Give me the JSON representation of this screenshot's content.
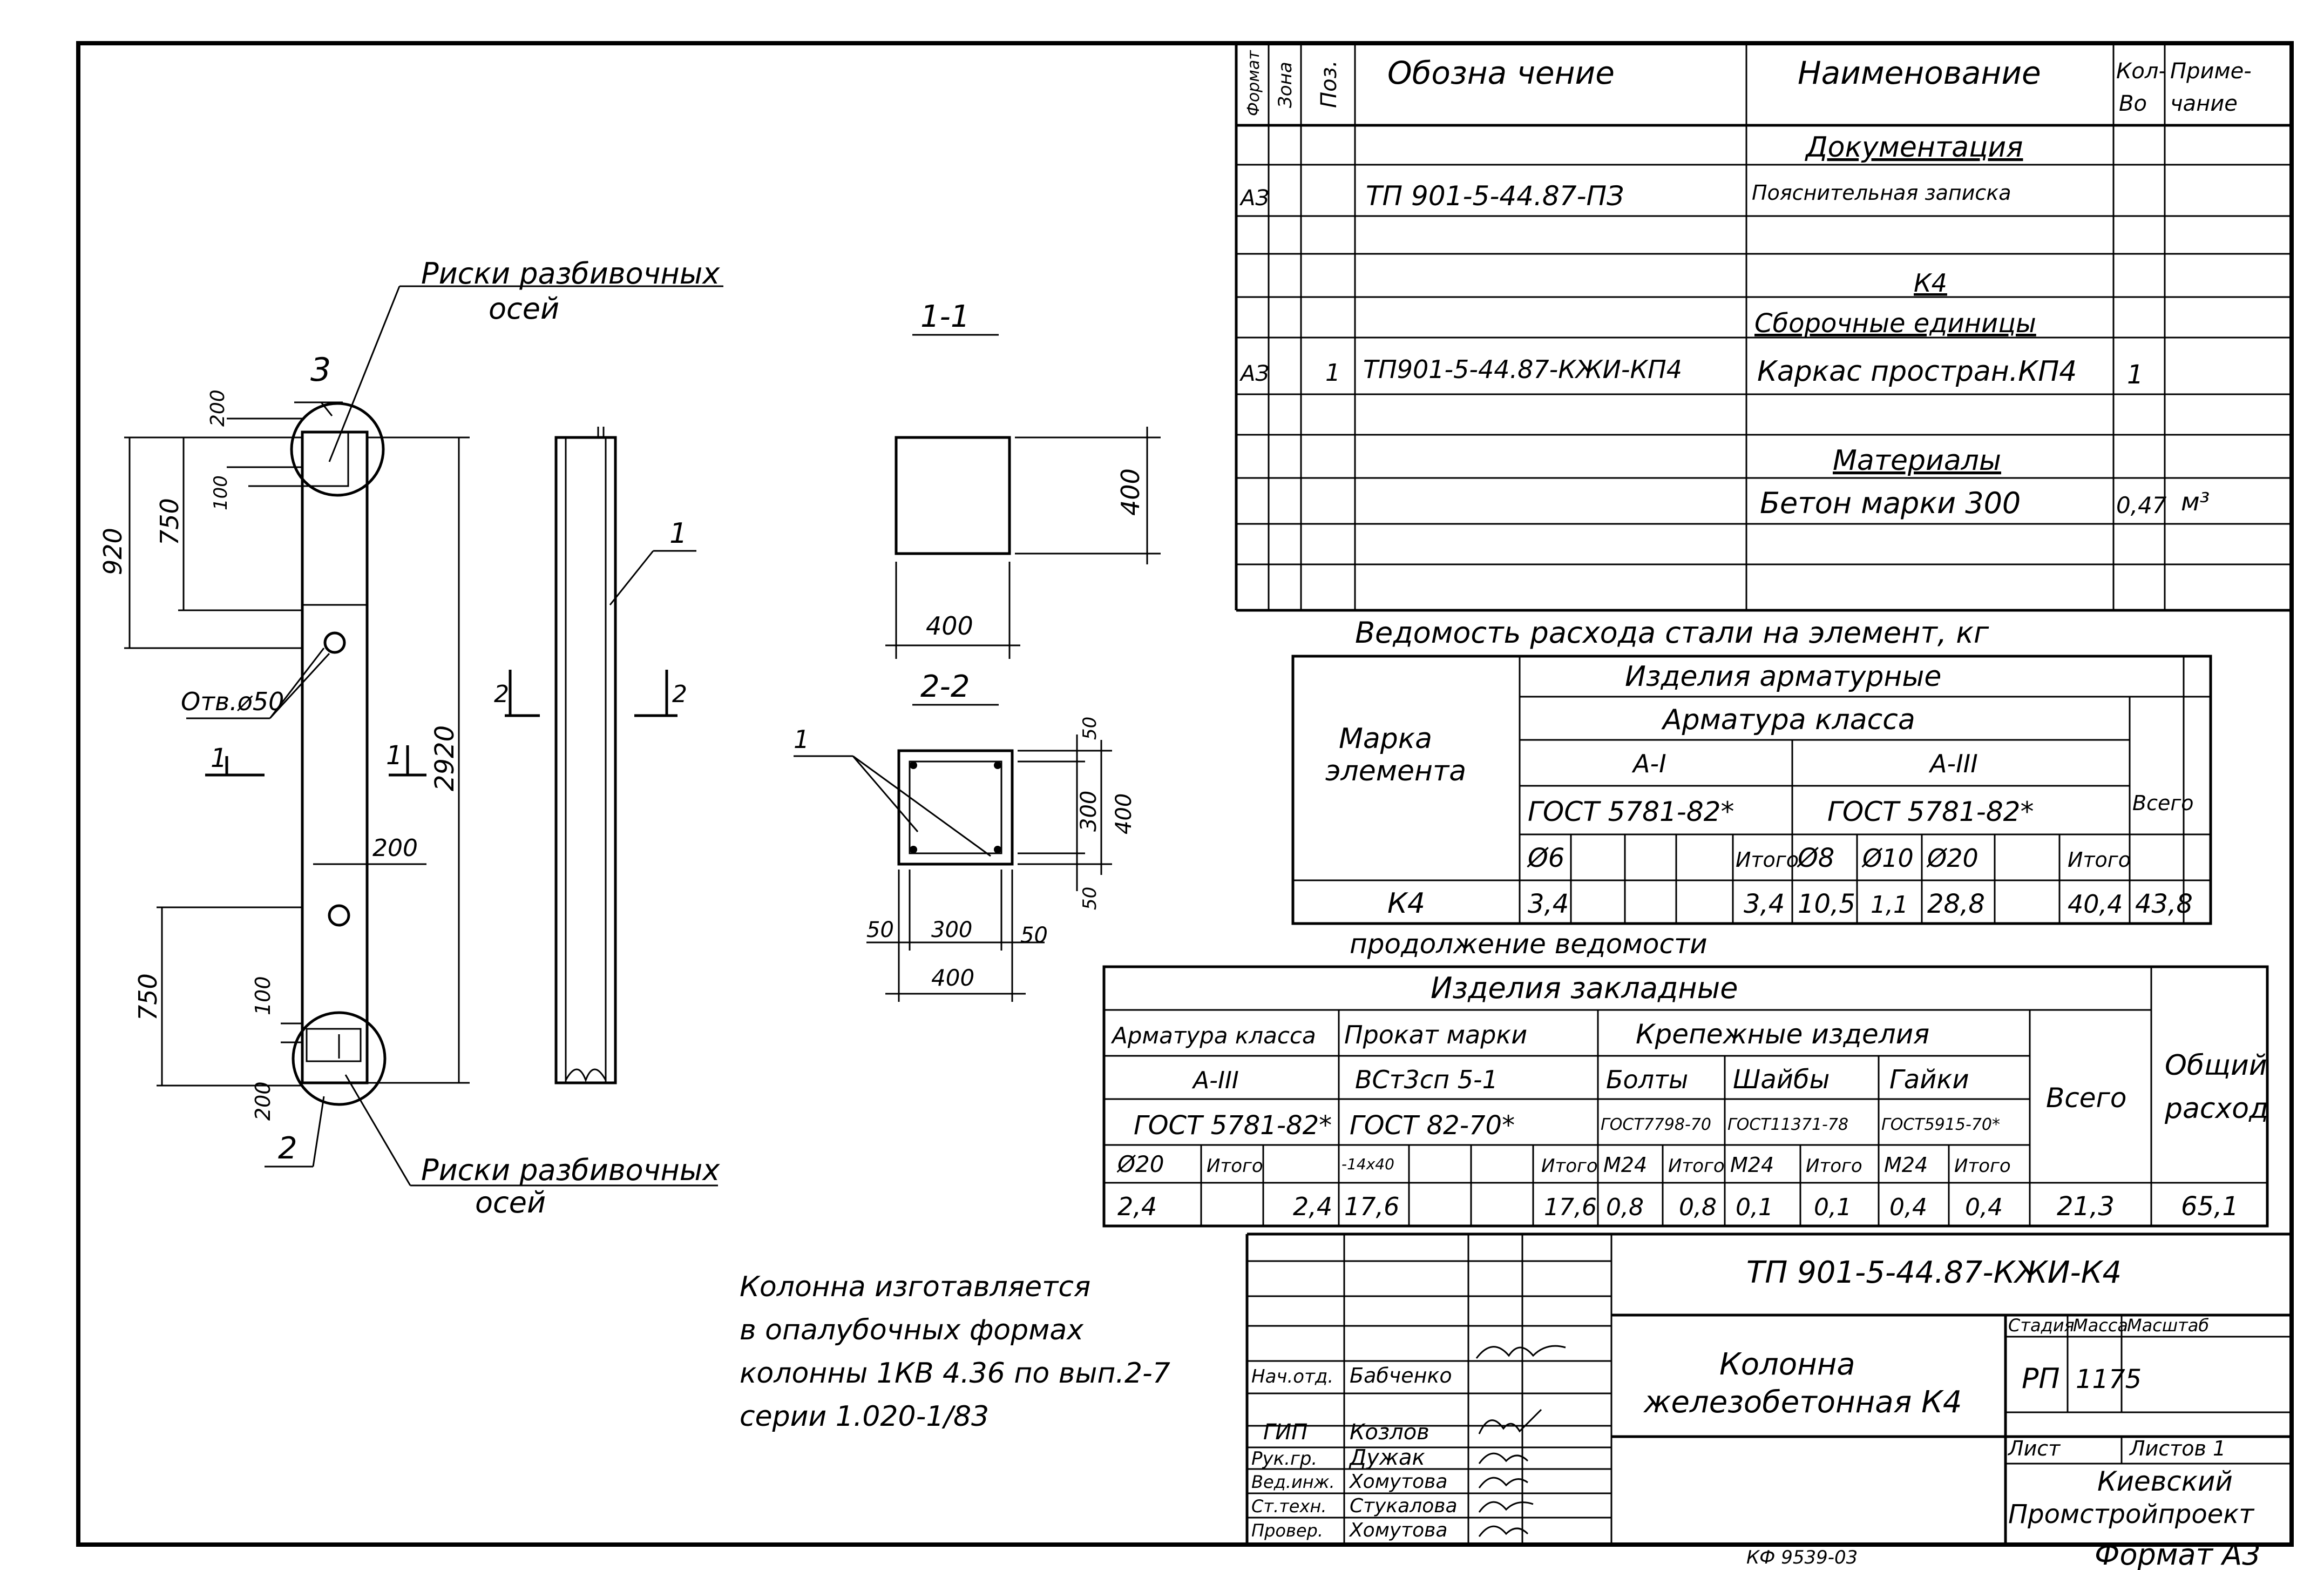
{
  "spec": {
    "headers": [
      "Формат",
      "Зона",
      "Поз.",
      "Обозна чение",
      "Наименование",
      "Кол-",
      "Во",
      "Приме-",
      "чание"
    ],
    "rows": [
      {
        "format": "",
        "zone": "",
        "pos": "",
        "designation": "",
        "name": "Документация",
        "qty": "",
        "note": ""
      },
      {
        "format": "АЗ",
        "zone": "",
        "pos": "",
        "designation": "ТП 901-5-44.87-ПЗ",
        "name": "Пояснительная записка",
        "qty": "",
        "note": ""
      },
      {
        "format": "",
        "zone": "",
        "pos": "",
        "designation": "",
        "name": "К4",
        "qty": "",
        "note": ""
      },
      {
        "format": "",
        "zone": "",
        "pos": "",
        "designation": "",
        "name": "Сборочные единицы",
        "qty": "",
        "note": ""
      },
      {
        "format": "АЗ",
        "zone": "",
        "pos": "1",
        "designation": "ТП901-5-44.87-КЖИ-КП4",
        "name": "Каркас простран.КП4",
        "qty": "1",
        "note": ""
      },
      {
        "format": "",
        "zone": "",
        "pos": "",
        "designation": "",
        "name": "Материалы",
        "qty": "",
        "note": ""
      },
      {
        "format": "",
        "zone": "",
        "pos": "",
        "designation": "",
        "name": "Бетон марки 300",
        "qty": "0,47",
        "note": "м³"
      }
    ]
  },
  "steel": {
    "title": "Ведомость расхода стали на элемент, кг",
    "group": "Изделия арматурные",
    "subgroup": "Арматура класса",
    "mark_label": "Марка элемента",
    "class_a1": "А-I",
    "class_a3": "А-III",
    "gost_a1": "ГОСТ 5781-82*",
    "gost_a3": "ГОСТ 5781-82*",
    "total": "Всего",
    "cols": [
      "Ø6",
      "Итого",
      "Ø8",
      "Ø10",
      "Ø20",
      "Итого"
    ],
    "row": {
      "mark": "К4",
      "d6": "3,4",
      "sum1": "3,4",
      "d8": "10,5",
      "d10": "1,1",
      "d20": "28,8",
      "sum2": "40,4",
      "total": "43,8"
    }
  },
  "cont": {
    "title": "продолжение ведомости",
    "group": "Изделия закладные",
    "h_arm": "Арматура класса",
    "h_prokat": "Прокат марки",
    "h_krep": "Крепежные изделия",
    "h_vsego": "Всего",
    "h_obsh": "Общий расход",
    "arm_class": "А-III",
    "prokat_mark": "ВСт3сп 5-1",
    "bolts": "Болты",
    "washers": "Шайбы",
    "nuts": "Гайки",
    "gost_arm": "ГОСТ 5781-82*",
    "gost_prokat": "ГОСТ 82-70*",
    "gost_bolt": "ГОСТ7798-70",
    "gost_washer": "ГОСТ11371-78",
    "gost_nut": "ГОСТ5915-70*",
    "cols": [
      "Ø20",
      "Итого",
      "-14х40",
      "Итого",
      "М24",
      "Итого",
      "М24",
      "Итого",
      "М24",
      "Итого"
    ],
    "values": [
      "2,4",
      "2,4",
      "17,6",
      "17,6",
      "0,8",
      "0,8",
      "0,1",
      "0,1",
      "0,4",
      "0,4",
      "21,3",
      "65,1"
    ]
  },
  "drawing": {
    "risk_top": "Риски разбивочных осей",
    "risk_bottom": "Риски разбивочных осей",
    "hole": "Отв.ø50",
    "pos3": "3",
    "pos2": "2",
    "pos1": "1",
    "sec11": "1-1",
    "sec22": "2-2",
    "dims": {
      "d200top": "200",
      "d100top": "100",
      "d750top": "750",
      "d920": "920",
      "d2920": "2920",
      "d200mid": "200",
      "d750bot": "750",
      "d100bot": "100",
      "d200bot": "200",
      "s400h": "400",
      "s400v": "400",
      "s50a": "50",
      "s300": "300",
      "s50b": "50",
      "s50c": "50",
      "s300v": "300",
      "s400v2": "400",
      "s50d": "50",
      "s400b": "400"
    },
    "cut1": "1",
    "cut2": "2"
  },
  "note": [
    "Колонна изготавляется",
    "в опалубочных формах",
    "колонны 1КВ 4.36 по вып.2-7",
    "серии 1.020-1/83"
  ],
  "stamp": {
    "code": "ТП 901-5-44.87-КЖИ-К4",
    "title1": "Колонна",
    "title2": "железобетонная К4",
    "stage_h": "Стадия",
    "mass_h": "Масса",
    "scale_h": "Масштаб",
    "stage": "РП",
    "mass": "1175",
    "sheet_h": "Лист",
    "sheets_h": "Листов 1",
    "org1": "Киевский",
    "org2": "Промстройпроект",
    "roles": [
      {
        "role": "Нач.отд.",
        "name": "Бабченко"
      },
      {
        "role": "ГИП",
        "name": "Козлов"
      },
      {
        "role": "Рук.гр.",
        "name": "Дужак"
      },
      {
        "role": "Вед.инж.",
        "name": "Хомутова"
      },
      {
        "role": "Ст.техн.",
        "name": "Стукалова"
      },
      {
        "role": "Провер.",
        "name": "Хомутова"
      }
    ]
  },
  "footer": {
    "kf": "КФ 9539-03",
    "format": "Формат А3"
  }
}
